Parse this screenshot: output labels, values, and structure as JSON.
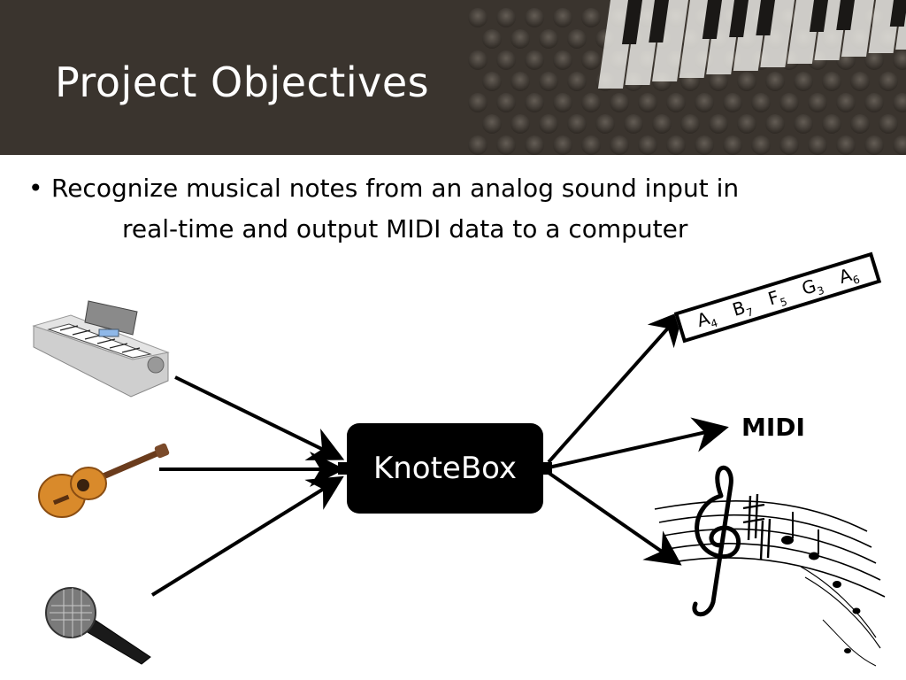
{
  "slide": {
    "title": "Project Objectives",
    "bullet_line1": "Recognize musical notes from an analog sound input in",
    "bullet_line2": "real-time and output MIDI data to a computer"
  },
  "inputs": [
    {
      "icon": "keyboard-icon"
    },
    {
      "icon": "guitar-icon"
    },
    {
      "icon": "microphone-icon"
    }
  ],
  "processor": {
    "label": "KnoteBox"
  },
  "outputs": {
    "notes": [
      {
        "letter": "A",
        "octave": "4"
      },
      {
        "letter": "B",
        "octave": "7"
      },
      {
        "letter": "F",
        "octave": "5"
      },
      {
        "letter": "G",
        "octave": "3"
      },
      {
        "letter": "A",
        "octave": "6"
      }
    ],
    "midi_label": "MIDI",
    "sheet_music_icon": "music-staff-icon"
  },
  "colors": {
    "header_bg": "#3a342e",
    "title_text": "#ffffff",
    "box_bg": "#000000",
    "arrow": "#000000"
  }
}
